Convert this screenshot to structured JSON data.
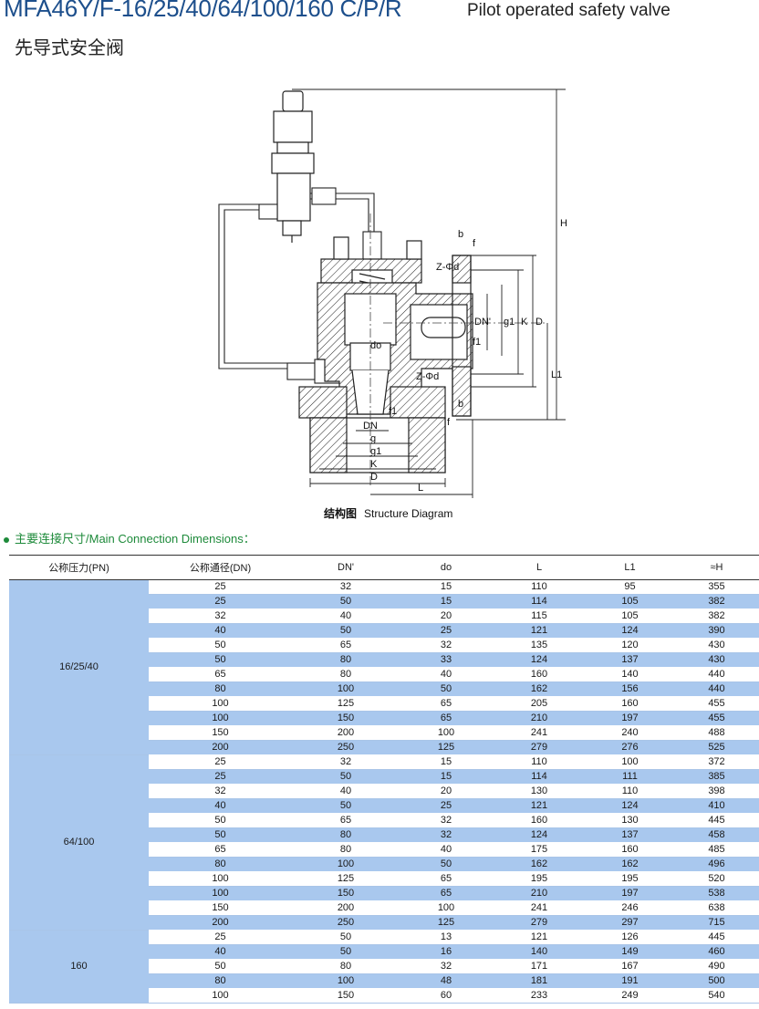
{
  "header": {
    "model": "MFA46Y/F-16/25/40/64/100/160 C/P/R",
    "subtitle_en": "Pilot operated safety valve",
    "subtitle_cn": "先导式安全阀"
  },
  "diagram": {
    "caption_cn": "结构图",
    "caption_en": "Structure Diagram",
    "labels": {
      "H": "H",
      "L1": "L1",
      "D": "D",
      "K": "K",
      "g1": "g1",
      "g": "g",
      "DNp": "DN'",
      "DN": "DN",
      "do": "do",
      "L": "L",
      "Zphid": "Z-Φd",
      "b": "b",
      "f": "f",
      "f1": "f1"
    }
  },
  "section": {
    "title": "主要连接尺寸/Main Connection Dimensions："
  },
  "table": {
    "columns": [
      "公称压力(PN)",
      "公称通径(DN)",
      "DN'",
      "do",
      "L",
      "L1",
      "≈H"
    ],
    "groups": [
      {
        "pn": "16/25/40",
        "rows": [
          [
            "25",
            "32",
            "15",
            "110",
            "95",
            "355"
          ],
          [
            "25",
            "50",
            "15",
            "114",
            "105",
            "382"
          ],
          [
            "32",
            "40",
            "20",
            "115",
            "105",
            "382"
          ],
          [
            "40",
            "50",
            "25",
            "121",
            "124",
            "390"
          ],
          [
            "50",
            "65",
            "32",
            "135",
            "120",
            "430"
          ],
          [
            "50",
            "80",
            "33",
            "124",
            "137",
            "430"
          ],
          [
            "65",
            "80",
            "40",
            "160",
            "140",
            "440"
          ],
          [
            "80",
            "100",
            "50",
            "162",
            "156",
            "440"
          ],
          [
            "100",
            "125",
            "65",
            "205",
            "160",
            "455"
          ],
          [
            "100",
            "150",
            "65",
            "210",
            "197",
            "455"
          ],
          [
            "150",
            "200",
            "100",
            "241",
            "240",
            "488"
          ],
          [
            "200",
            "250",
            "125",
            "279",
            "276",
            "525"
          ]
        ]
      },
      {
        "pn": "64/100",
        "rows": [
          [
            "25",
            "32",
            "15",
            "110",
            "100",
            "372"
          ],
          [
            "25",
            "50",
            "15",
            "114",
            "111",
            "385"
          ],
          [
            "32",
            "40",
            "20",
            "130",
            "110",
            "398"
          ],
          [
            "40",
            "50",
            "25",
            "121",
            "124",
            "410"
          ],
          [
            "50",
            "65",
            "32",
            "160",
            "130",
            "445"
          ],
          [
            "50",
            "80",
            "32",
            "124",
            "137",
            "458"
          ],
          [
            "65",
            "80",
            "40",
            "175",
            "160",
            "485"
          ],
          [
            "80",
            "100",
            "50",
            "162",
            "162",
            "496"
          ],
          [
            "100",
            "125",
            "65",
            "195",
            "195",
            "520"
          ],
          [
            "100",
            "150",
            "65",
            "210",
            "197",
            "538"
          ],
          [
            "150",
            "200",
            "100",
            "241",
            "246",
            "638"
          ],
          [
            "200",
            "250",
            "125",
            "279",
            "297",
            "715"
          ]
        ]
      },
      {
        "pn": "160",
        "rows": [
          [
            "25",
            "50",
            "13",
            "121",
            "126",
            "445"
          ],
          [
            "40",
            "50",
            "16",
            "140",
            "149",
            "460"
          ],
          [
            "50",
            "80",
            "32",
            "171",
            "167",
            "490"
          ],
          [
            "80",
            "100",
            "48",
            "181",
            "191",
            "500"
          ],
          [
            "100",
            "150",
            "60",
            "233",
            "249",
            "540"
          ]
        ]
      }
    ]
  }
}
